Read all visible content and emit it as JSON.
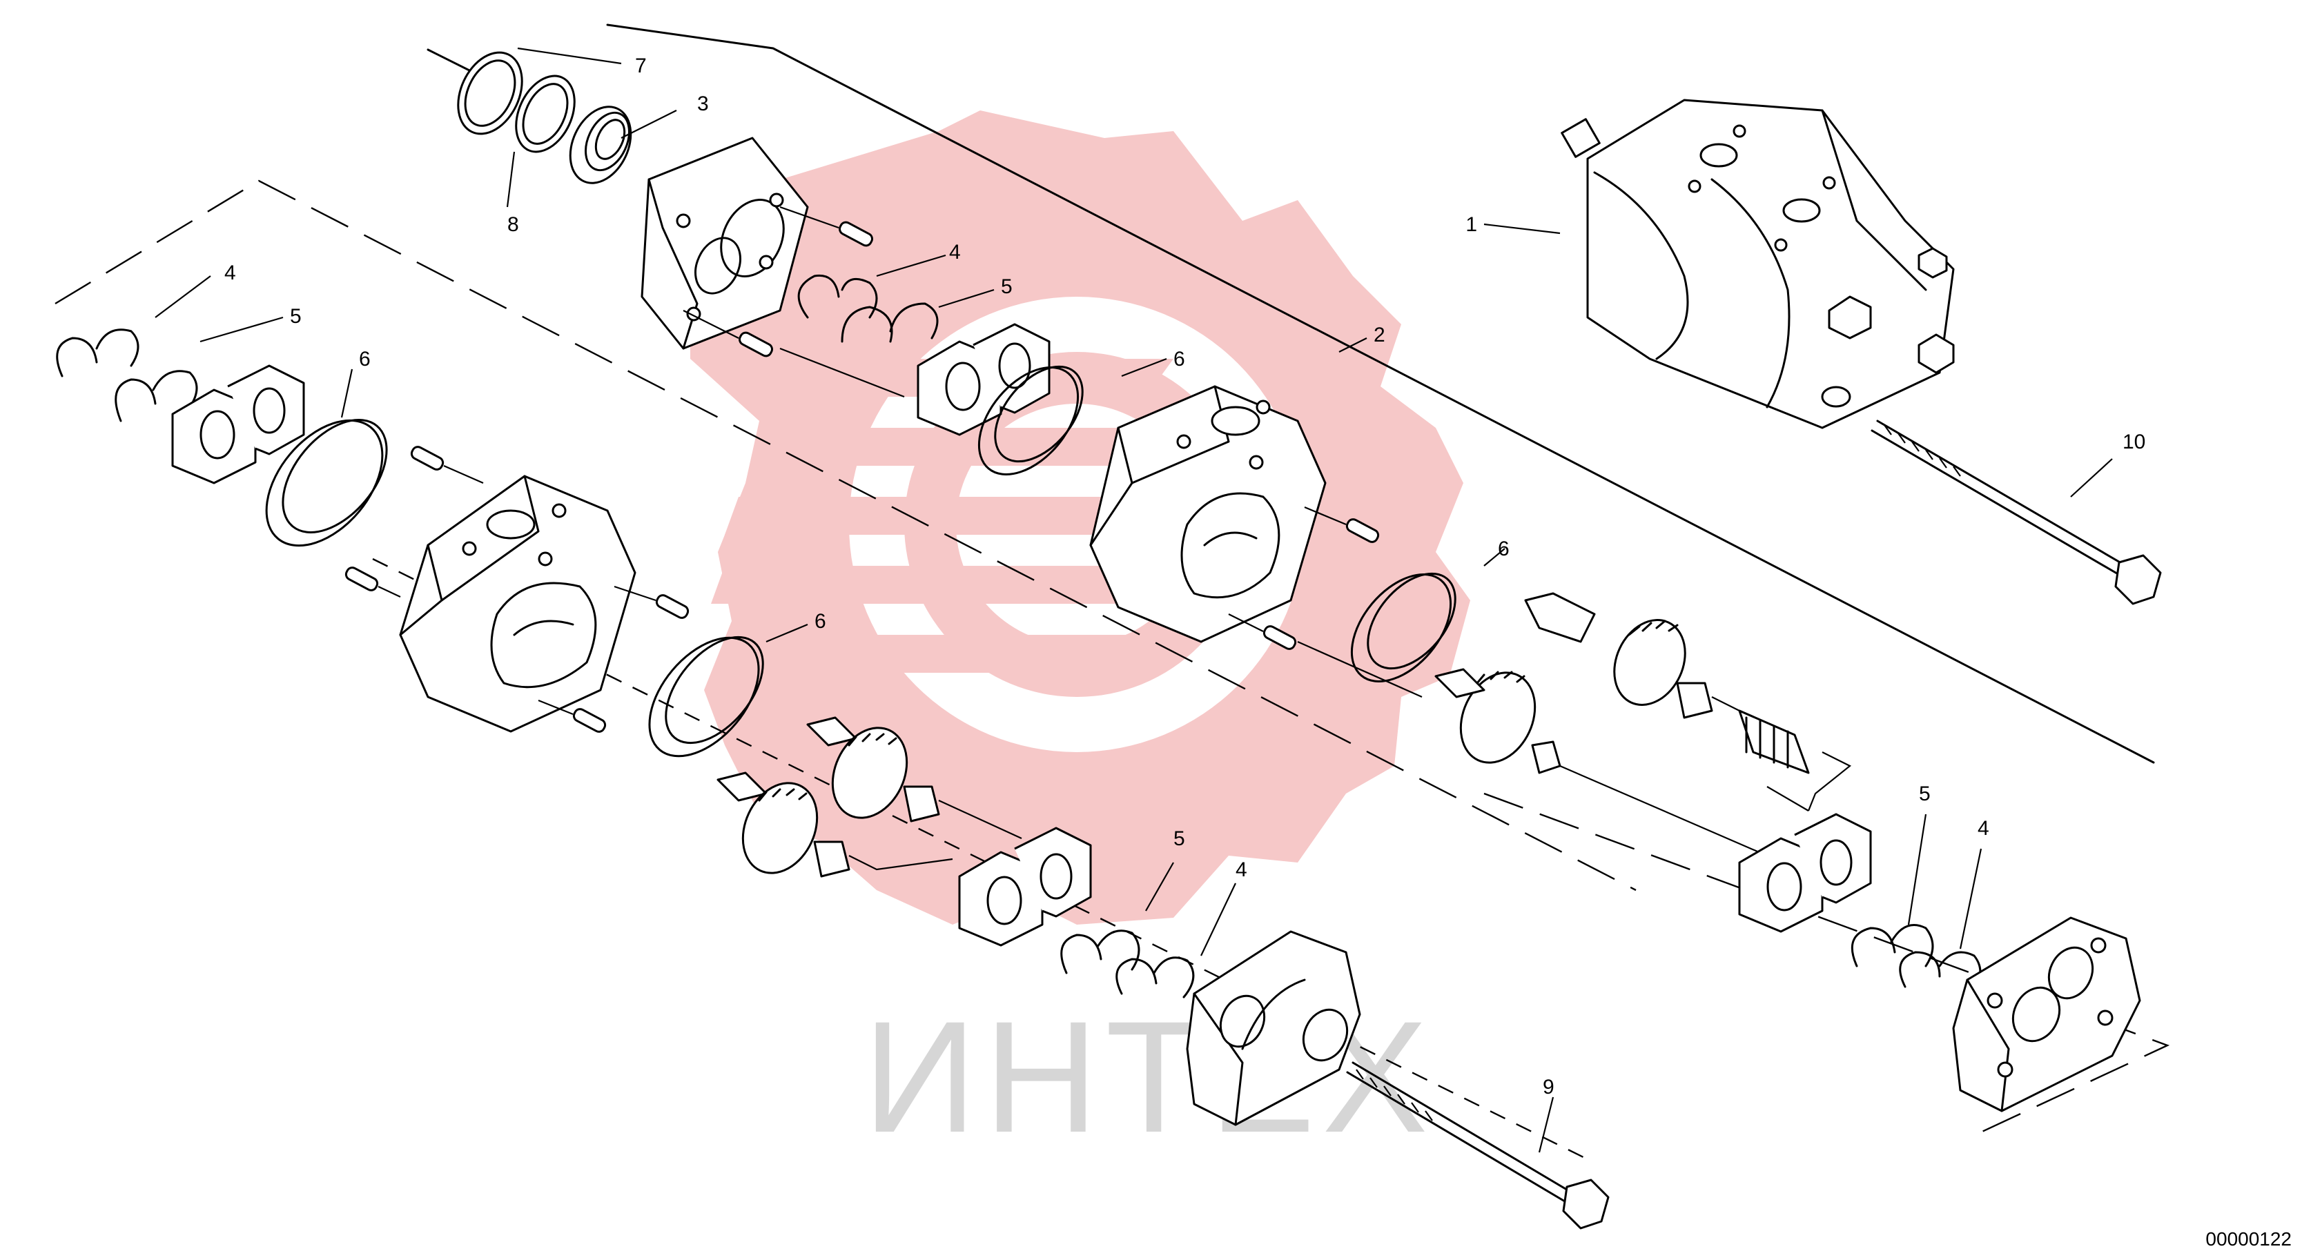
{
  "watermark": {
    "text": "ИНТЕХ",
    "gear_color": "#f6c8c8",
    "text_color": "#d6d6d6"
  },
  "callouts": [
    {
      "id": "c1",
      "number": "1"
    },
    {
      "id": "c2",
      "number": "2"
    },
    {
      "id": "c3",
      "number": "3"
    },
    {
      "id": "c4a",
      "number": "4"
    },
    {
      "id": "c4b",
      "number": "4"
    },
    {
      "id": "c4c",
      "number": "4"
    },
    {
      "id": "c4d",
      "number": "4"
    },
    {
      "id": "c5a",
      "number": "5"
    },
    {
      "id": "c5b",
      "number": "5"
    },
    {
      "id": "c5c",
      "number": "5"
    },
    {
      "id": "c5d",
      "number": "5"
    },
    {
      "id": "c6a",
      "number": "6"
    },
    {
      "id": "c6b",
      "number": "6"
    },
    {
      "id": "c6c",
      "number": "6"
    },
    {
      "id": "c6d",
      "number": "6"
    },
    {
      "id": "c7",
      "number": "7"
    },
    {
      "id": "c8",
      "number": "8"
    },
    {
      "id": "c9",
      "number": "9"
    },
    {
      "id": "c10",
      "number": "10"
    }
  ],
  "document_number": "00000122"
}
